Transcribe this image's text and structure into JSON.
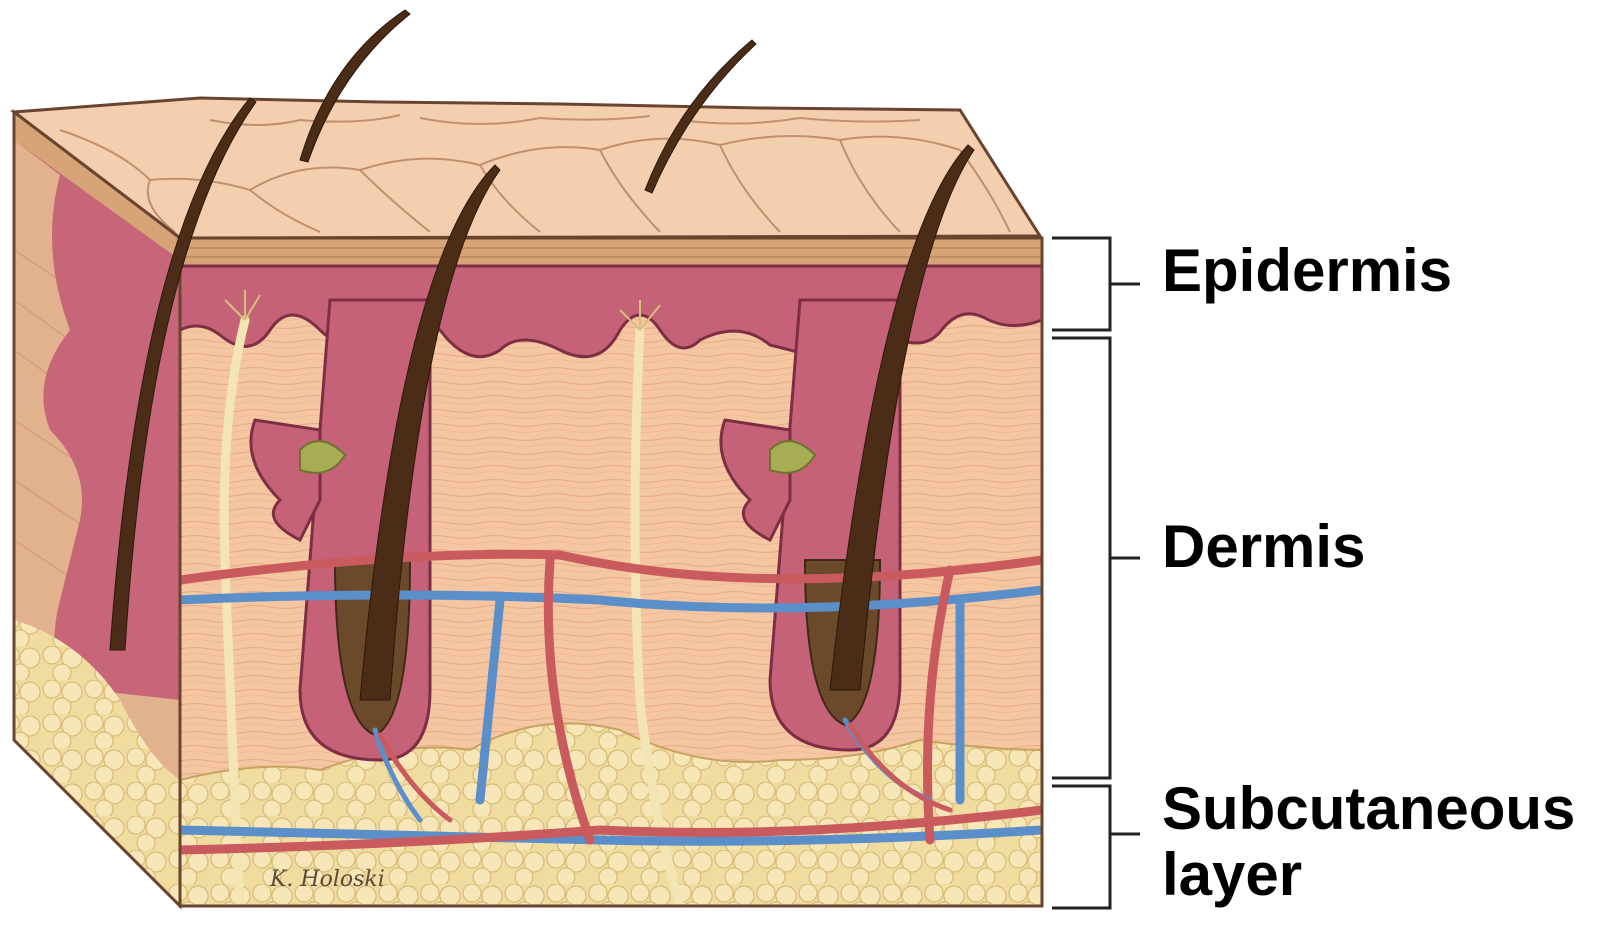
{
  "labels": {
    "epidermis": "Epidermis",
    "dermis": "Dermis",
    "subcutaneous_line1": "Subcutaneous",
    "subcutaneous_line2": "layer"
  },
  "signature": "K. Holoski",
  "colors": {
    "surface": "#f3cfb0",
    "surface_cells": "#b7805e",
    "stratum": "#d6a476",
    "dermis": "#f5c6a2",
    "epidermis_pink": "#c56277",
    "epidermis_dark": "#7e2e44",
    "hair": "#4a2c17",
    "hair_bulb": "#6b4a2b",
    "sebaceous": "#a7ad55",
    "nerve": "#f3e5b4",
    "artery": "#c95b5f",
    "vein": "#5b8fc9",
    "fat": "#f1dca0",
    "outline": "#6b4430",
    "bracket": "#222222"
  }
}
